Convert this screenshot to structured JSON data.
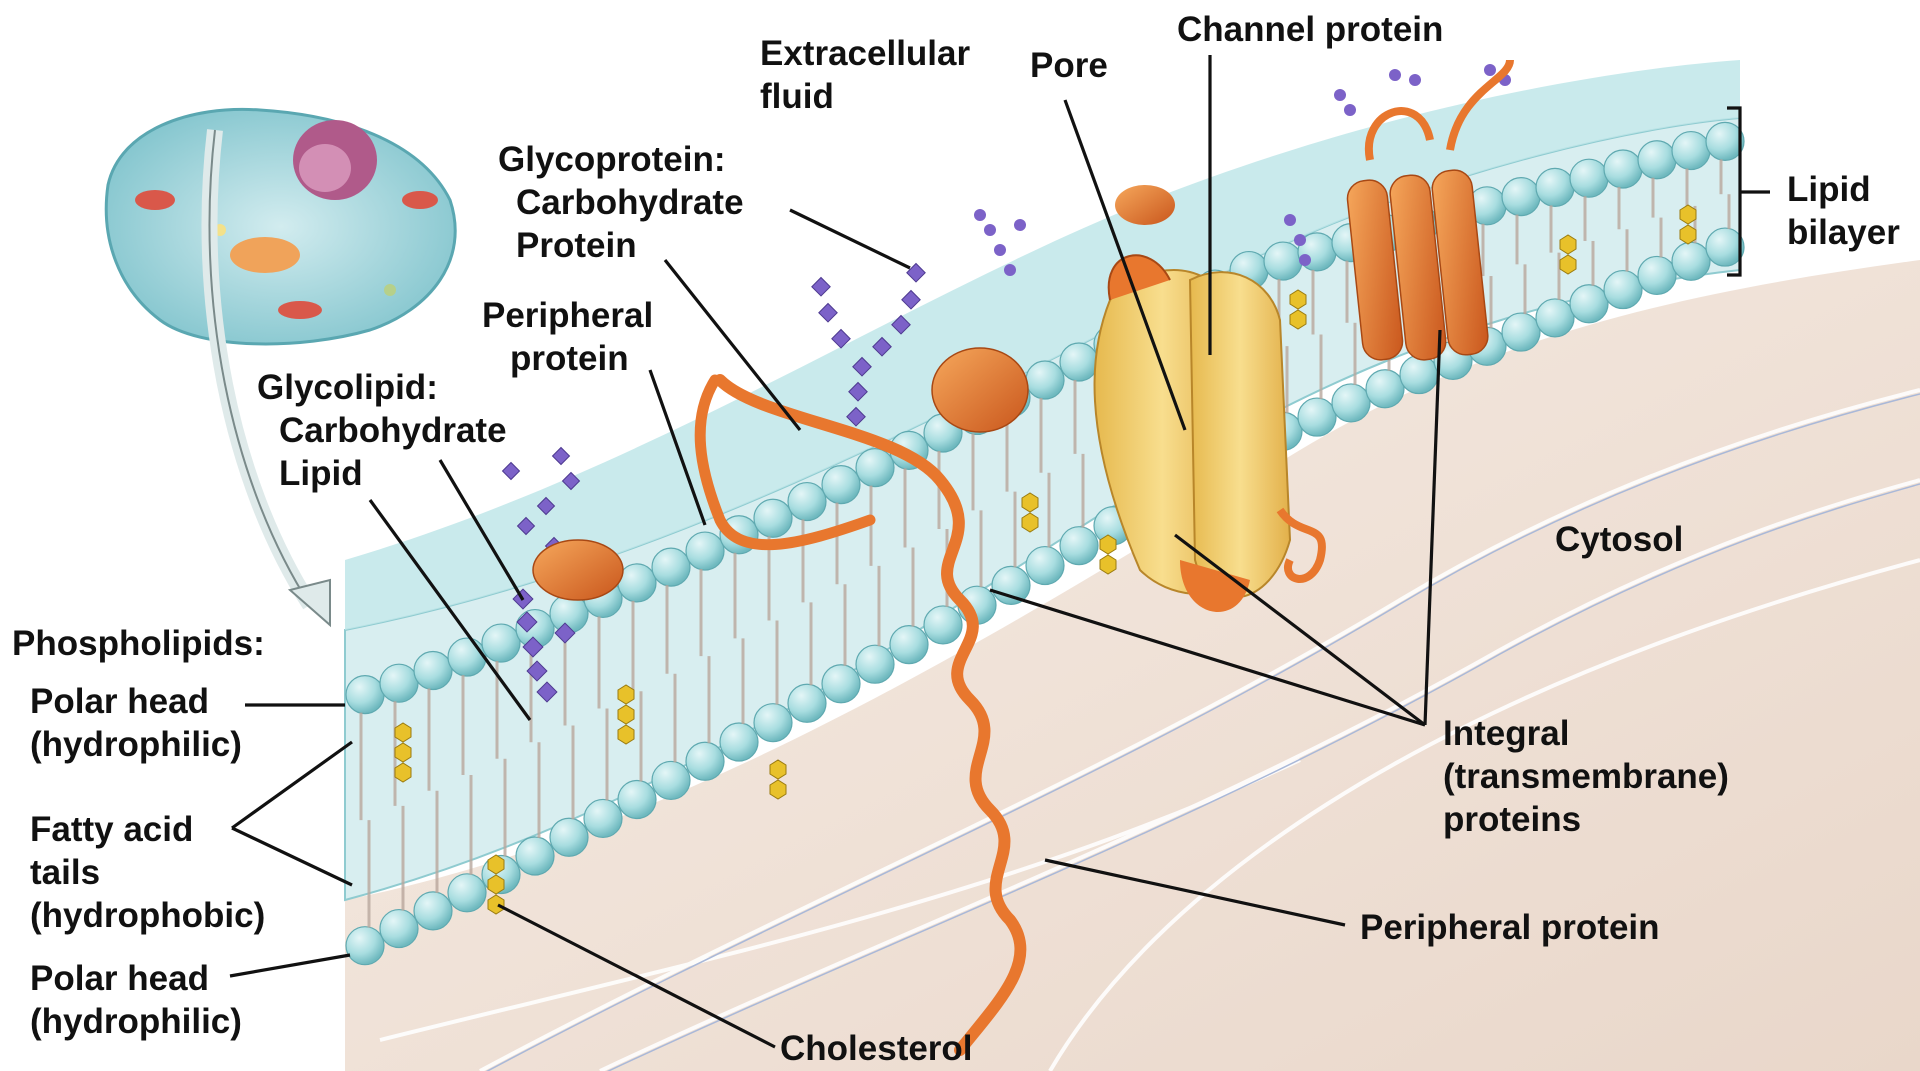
{
  "labels": {
    "extracellular_fluid": [
      "Extracellular",
      "fluid"
    ],
    "pore": "Pore",
    "channel_protein": "Channel protein",
    "lipid_bilayer": [
      "Lipid",
      "bilayer"
    ],
    "glycoprotein": [
      "Glycoprotein:",
      "Carbohydrate",
      "Protein"
    ],
    "peripheral_protein_top": [
      "Peripheral",
      "protein"
    ],
    "glycolipid": [
      "Glycolipid:",
      "Carbohydrate",
      "Lipid"
    ],
    "cytosol": "Cytosol",
    "phospholipids": "Phospholipids:",
    "polar_head_top": [
      "Polar head",
      "(hydrophilic)"
    ],
    "fatty_acid_tails": [
      "Fatty acid",
      "tails",
      "(hydrophobic)"
    ],
    "polar_head_bottom": [
      "Polar head",
      "(hydrophilic)"
    ],
    "integral_proteins": [
      "Integral",
      "(transmembrane)",
      "proteins"
    ],
    "peripheral_protein_bottom": "Peripheral protein",
    "cholesterol": "Cholesterol"
  },
  "colors": {
    "membrane_head": "#a8dde0",
    "membrane_tail": "#d9eef0",
    "protein_orange": "#e8772e",
    "channel_yellow": "#f2cf74",
    "carbohydrate_purple": "#7c62c8",
    "cholesterol_yellow": "#e8c12a",
    "cytosol": "#f3e6dc"
  }
}
